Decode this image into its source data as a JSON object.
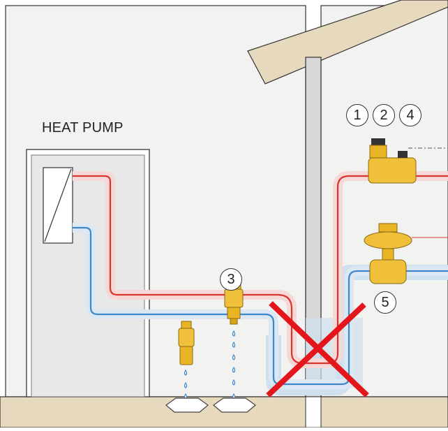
{
  "labels": {
    "heat_pump": "HEAT PUMP"
  },
  "callouts": {
    "n1": "1",
    "n2": "2",
    "n3": "3",
    "n4": "4",
    "n5": "5"
  },
  "colors": {
    "wall": "#f2f2f1",
    "ground": "#e6d9bd",
    "hot_pipe": "#d9352f",
    "cold_pipe": "#3f87c9",
    "pipe_insulation_blue": "#cfe1ef",
    "brass": "#e8b423",
    "cross": "#e3171b",
    "outline": "#4a4a4a"
  },
  "icons": [
    "heat-exchanger-icon",
    "dirt-separator-icon",
    "air-vent-icon",
    "zone-valve-icon",
    "pressure-reducing-valve-icon",
    "cross-icon",
    "water-drop-icon"
  ]
}
